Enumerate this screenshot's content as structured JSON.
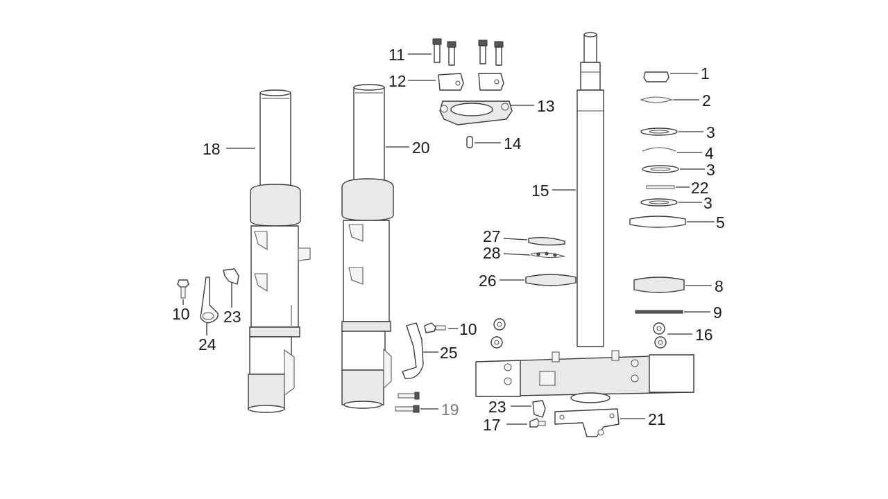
{
  "callouts": {
    "c1": "1",
    "c2": "2",
    "c3a": "3",
    "c3b": "3",
    "c3c": "3",
    "c4": "4",
    "c5": "5",
    "c8": "8",
    "c9": "9",
    "c10a": "10",
    "c10b": "10",
    "c11": "11",
    "c12": "12",
    "c13": "13",
    "c14": "14",
    "c15": "15",
    "c16": "16",
    "c17": "17",
    "c18": "18",
    "c19": "19",
    "c20": "20",
    "c21": "21",
    "c22": "22",
    "c23a": "23",
    "c23b": "23",
    "c24": "24",
    "c25": "25",
    "c26": "26",
    "c27": "27",
    "c28": "28"
  }
}
